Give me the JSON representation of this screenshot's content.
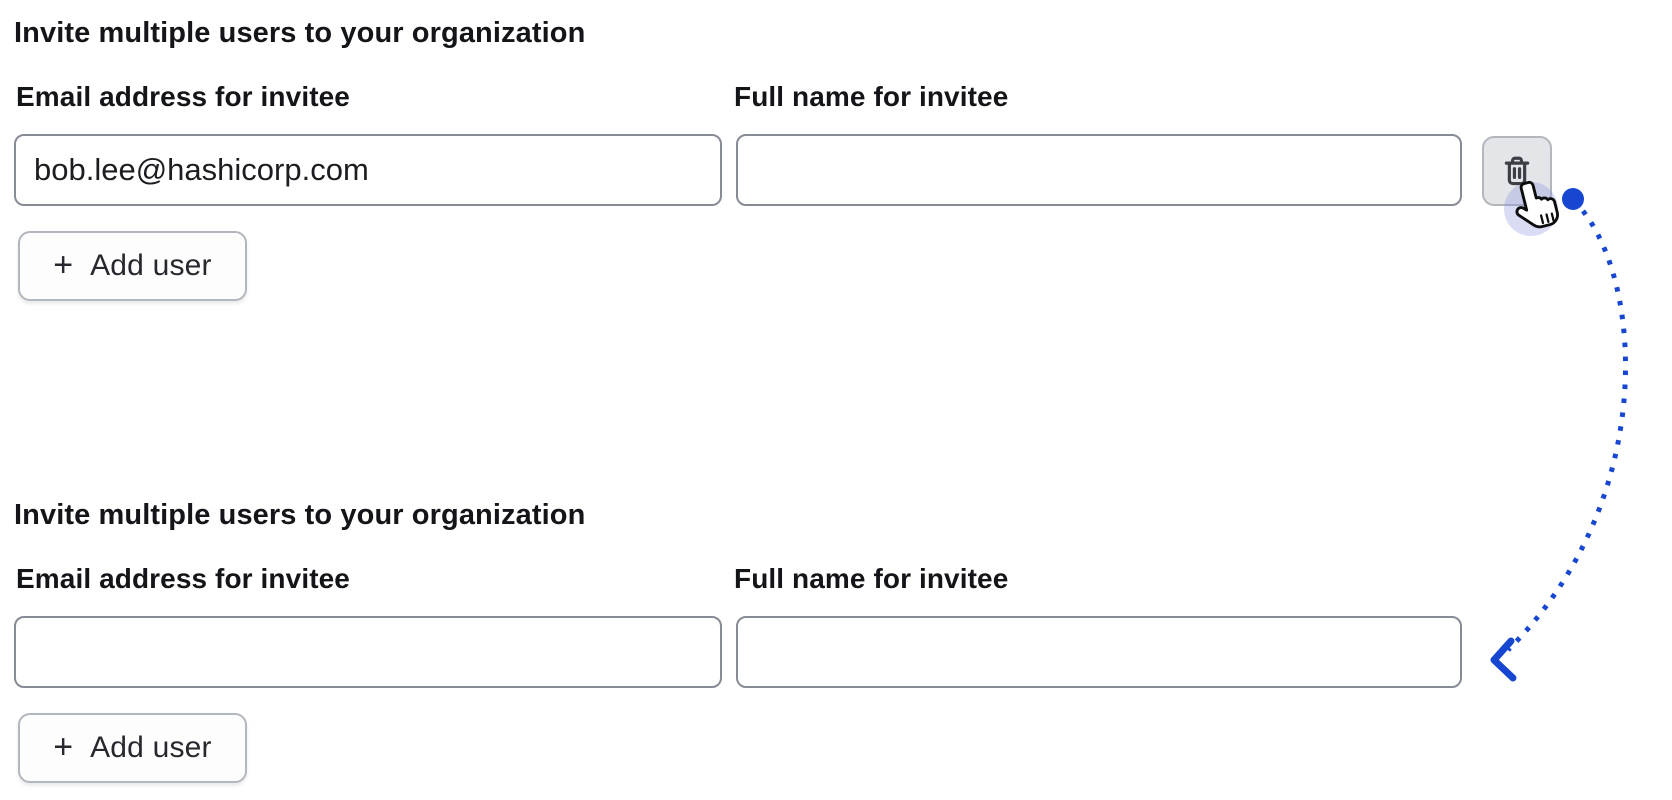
{
  "before": {
    "legend": "Invite multiple users to your organization",
    "email_label": "Email address for invitee",
    "email_value": "bob.lee@hashicorp.com",
    "name_label": "Full name for invitee",
    "name_value": "",
    "plus": "+",
    "add_user": "Add user",
    "delete_button_aria": "Delete user row"
  },
  "after": {
    "legend": "Invite multiple users to your organization",
    "email_label": "Email address for invitee",
    "email_value": "",
    "name_label": "Full name for invitee",
    "name_value": "",
    "plus": "+",
    "add_user": "Add user"
  },
  "icons": {
    "delete": "trash-icon",
    "add": "plus-icon",
    "cursor": "pointer-hand-cursor"
  },
  "colors": {
    "arrow_blue": "#1747d1",
    "input_border": "#868b96",
    "button_border": "#b2b6bd",
    "trash_bg": "#e4e5e9",
    "text_primary": "#131519",
    "halo": "#828cdc4d"
  }
}
